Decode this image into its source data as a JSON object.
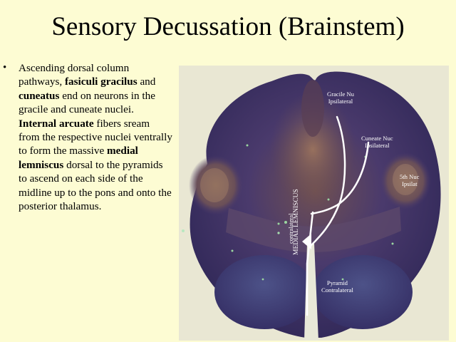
{
  "slide": {
    "title": "Sensory Decussation (Brainstem)",
    "bullet_symbol": "•",
    "bullet_segments": [
      {
        "text": "Ascending dorsal column pathways, ",
        "bold": false
      },
      {
        "text": "fasiculi gracilus",
        "bold": true
      },
      {
        "text": " and ",
        "bold": false
      },
      {
        "text": "cuneatus",
        "bold": true
      },
      {
        "text": " end on neurons in the gracile and cuneate nuclei.  ",
        "bold": false
      },
      {
        "text": "Internal arcuate",
        "bold": true
      },
      {
        "text": " fibers sream from the respective nuclei ventrally to form the massive ",
        "bold": false
      },
      {
        "text": "medial lemniscus",
        "bold": true
      },
      {
        "text": " dorsal to the pyramids to ascend on each side of the midline up to the pons and onto the posterior thalamus.",
        "bold": false
      }
    ]
  },
  "figure": {
    "labels": {
      "gracile_line1": "Gracile Nu",
      "gracile_line2": "Ipsilateral",
      "cuneate_line1": "Cuneate Nuc",
      "cuneate_line2": "Ipsilateral",
      "fifth_line1": "5th Nuc",
      "fifth_line2": "Ipsilat",
      "pyramid_line1": "Pyramid",
      "pyramid_line2": "Contralateral",
      "contralateral": "contralateral",
      "medial_lemniscus": "MEDIAL LEMNISCUS"
    },
    "colors": {
      "background": "#fdfcd3",
      "photo_backdrop": "#e8e6cf",
      "tissue_dark": "#3b2f66",
      "tissue_mid": "#5e4f7f",
      "tissue_brown": "#7a5a49",
      "arrow": "#ffffff"
    }
  }
}
